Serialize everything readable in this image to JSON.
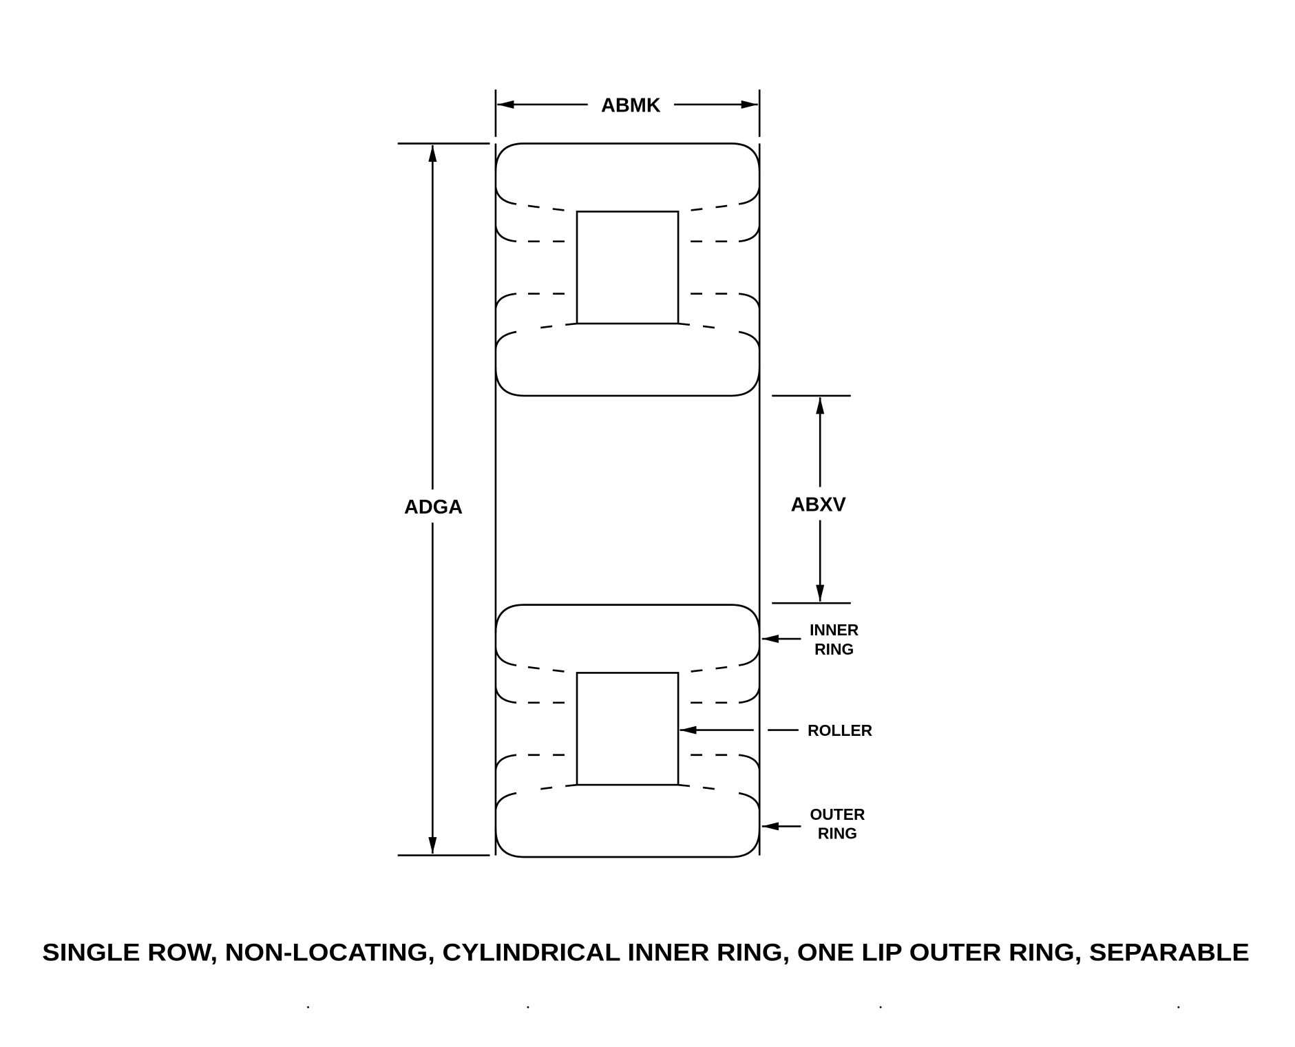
{
  "dimensions": {
    "width_label": "ABMK",
    "outside_diameter_label": "ADGA",
    "bore_label": "ABXV"
  },
  "callouts": {
    "inner_ring": [
      "INNER",
      "RING"
    ],
    "roller": "ROLLER",
    "outer_ring": [
      "OUTER",
      "RING"
    ]
  },
  "caption": "SINGLE ROW, NON-LOCATING, CYLINDRICAL INNER RING, ONE LIP OUTER RING, SEPARABLE"
}
